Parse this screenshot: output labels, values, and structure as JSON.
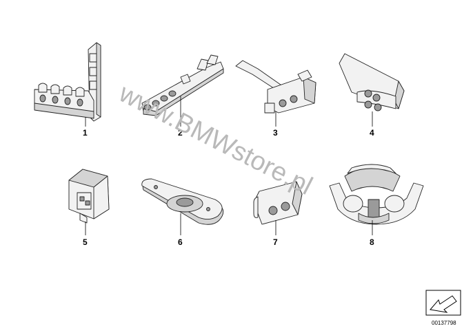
{
  "diagram": {
    "watermark": "www.BMWstore.pl",
    "reference_number": "00137798",
    "parts": [
      {
        "label": "1",
        "shape": "cable-clip-bracket"
      },
      {
        "label": "2",
        "shape": "cable-clip-strip"
      },
      {
        "label": "3",
        "shape": "cable-holder-arm"
      },
      {
        "label": "4",
        "shape": "cable-clip-plate"
      },
      {
        "label": "5",
        "shape": "cable-clamp-block"
      },
      {
        "label": "6",
        "shape": "grommet-plate"
      },
      {
        "label": "7",
        "shape": "double-grommet"
      },
      {
        "label": "8",
        "shape": "cable-guide-cradle"
      }
    ]
  }
}
